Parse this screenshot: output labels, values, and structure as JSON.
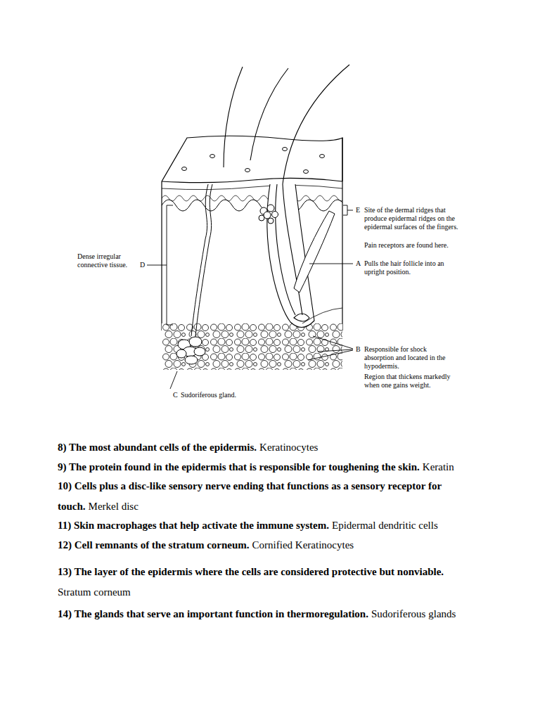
{
  "diagram": {
    "labels": [
      "E",
      "Site of the dermal ridges that produce epidermal ridges on the epidermal surfaces of the fingers.",
      "Pain receptors are found here.",
      "A",
      "Pulls the hair follicle into an upright position.",
      "B",
      "Responsible for shock absorption and located in the hypodermis.",
      "Region that thickens markedly when one gains weight.",
      "C",
      "Sudoriferous gland.",
      "Dense irregular connective tissue.",
      "D",
      "8) The most abundant cells of the epidermis.",
      "Keratinocytes",
      "9) The protein found in the epidermis that is responsible for toughening the skin.",
      "Keratin",
      "10) Cells plus a disc-like sensory nerve ending that functions as a sensory receptor for touch.",
      "Merkel disc",
      "11) Skin macrophages that help activate the immune system.",
      "Epidermal dendritic cells",
      "12) Cell remnants of the stratum corneum.",
      "Cornified Keratinocytes",
      "13) The layer of the epidermis where the cells are considered protective but nonviable.",
      "Stratum corneum",
      "14) The glands that serve an important function in thermoregulation.",
      "Sudoriferous glands"
    ]
  }
}
